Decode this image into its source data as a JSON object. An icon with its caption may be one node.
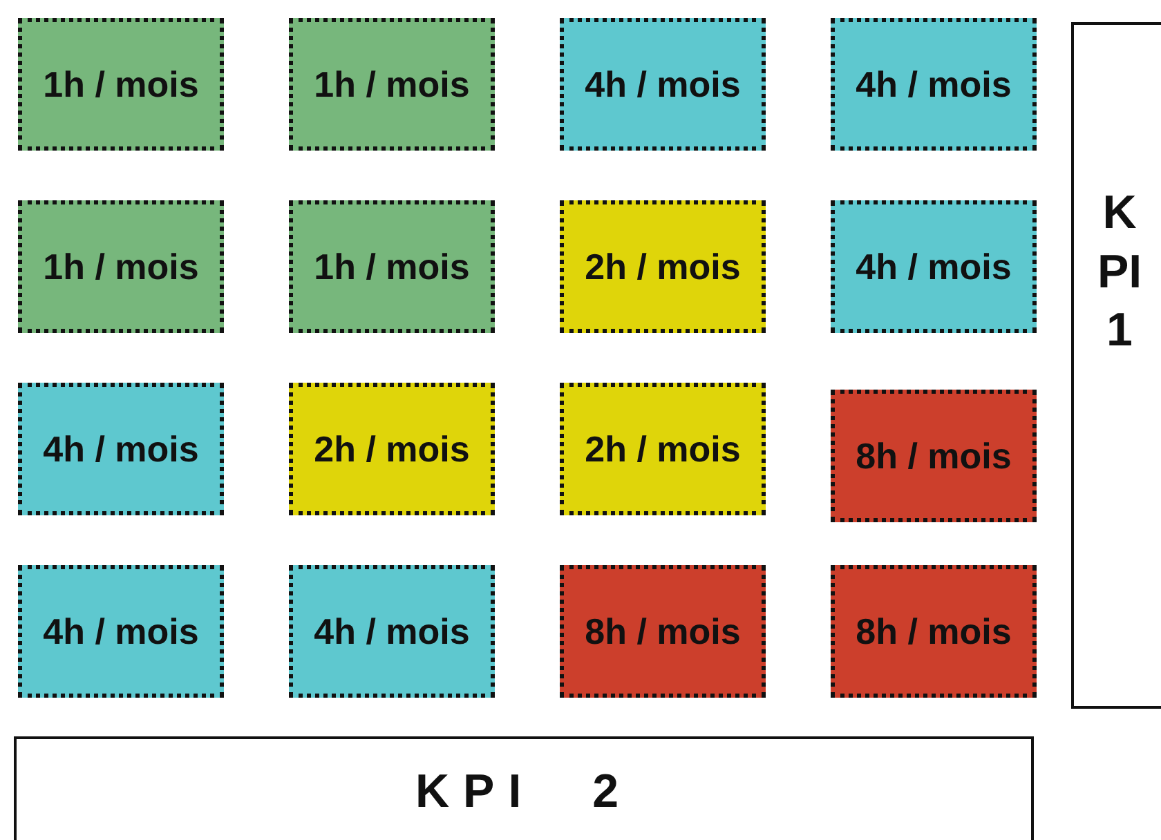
{
  "diagram": {
    "nodes": [
      {
        "text": [
          "1h / mois"
        ]
      },
      {
        "text": [
          "1h / mois"
        ]
      },
      {
        "text": [
          "4h / mois"
        ]
      },
      {
        "text": [
          "4h / mois"
        ]
      },
      {
        "text": [
          "1h / mois"
        ]
      },
      {
        "text": [
          "1h / mois"
        ]
      },
      {
        "text": [
          "2h / mois"
        ]
      },
      {
        "text": [
          "4h / mois"
        ]
      },
      {
        "text": [
          "4h / mois"
        ]
      },
      {
        "text": [
          "2h / mois"
        ]
      },
      {
        "text": [
          "2h / mois"
        ]
      },
      {
        "text": [
          "8h / mois"
        ]
      },
      {
        "text": [
          "4h / mois"
        ]
      },
      {
        "text": [
          "4h / mois"
        ]
      },
      {
        "text": [
          "8h / mois"
        ]
      },
      {
        "text": [
          "8h / mois"
        ]
      },
      {
        "text": [
          "KPI 1"
        ]
      },
      {
        "text": [
          "KPI 2"
        ]
      }
    ]
  }
}
